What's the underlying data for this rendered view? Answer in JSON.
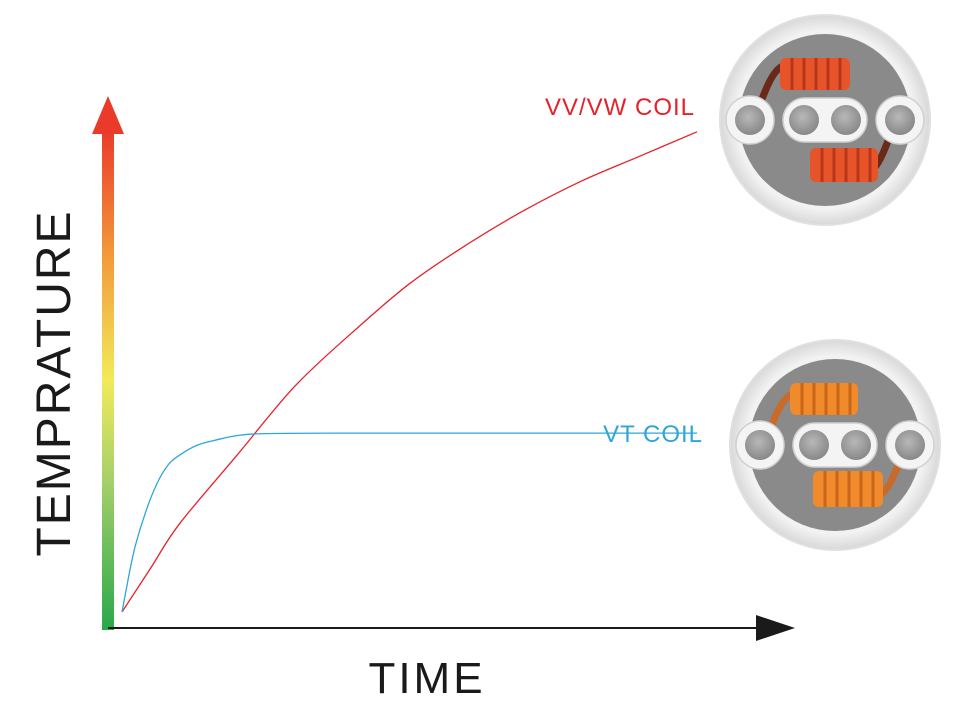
{
  "chart_data": {
    "type": "line",
    "xlabel": "TIME",
    "ylabel": "TEMPRATURE",
    "xlim": [
      0,
      100
    ],
    "ylim": [
      0,
      100
    ],
    "grid": false,
    "series": [
      {
        "name": "VV/VW COIL",
        "color": "#e5222a",
        "x": [
          0,
          5,
          10,
          20,
          30,
          40,
          50,
          60,
          70,
          80,
          90,
          100
        ],
        "y": [
          0,
          9,
          18,
          32,
          46,
          57,
          67,
          75,
          82,
          88,
          93,
          98
        ]
      },
      {
        "name": "VT COIL",
        "color": "#2ea6dc",
        "x": [
          0,
          2,
          4,
          6,
          8,
          10,
          13,
          16,
          20,
          25,
          40,
          60,
          80,
          100
        ],
        "y": [
          0,
          12,
          20,
          26,
          30,
          32,
          34,
          35,
          36,
          36.4,
          36.5,
          36.5,
          36.5,
          36.5
        ]
      }
    ]
  },
  "icons": {
    "top": "dual-coil-build-orange-red-icon",
    "bottom": "dual-coil-build-orange-icon"
  },
  "colors": {
    "axis": "#1a1a1a",
    "arrow_gradient": [
      "#2aa84a",
      "#a6d06a",
      "#f2ea5a",
      "#f29a3a",
      "#ea3a2a"
    ]
  }
}
